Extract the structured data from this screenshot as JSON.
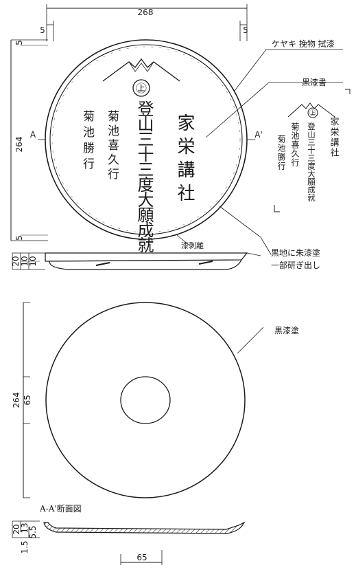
{
  "dimensions": {
    "top_width": "268",
    "rim_left": "5",
    "rim_right": "5",
    "top_height": "264",
    "top_rim_top": "5",
    "top_rim_bottom": "5",
    "side_total": "20",
    "side_a": "10",
    "side_b": "10",
    "bottom_diameter": "264",
    "foot_diameter": "65",
    "sec_total": "20",
    "sec_13": "13",
    "sec_55": "5.5",
    "sec_15": "1.5",
    "sec_foot": "65"
  },
  "section_marks": {
    "a_left": "A",
    "a_right": "A'"
  },
  "section_title": "A-A'断面図",
  "annotations": {
    "material": "ケヤキ 挽物 拭漆",
    "inscription_title": "黒漆書",
    "lacquer_peeled": "漆剥離",
    "rim_finish_1": "黒地に朱漆塗",
    "rim_finish_2": "一部研ぎ出し",
    "bottom_finish": "黒漆塗"
  },
  "inscription": {
    "emblem": "㊤",
    "col_right": "家栄講社",
    "col_center": "登山三十三度大願成就",
    "col_left_1": "菊池喜久行",
    "col_left_2": "菊池勝行"
  },
  "icons": {
    "mountain": "mount-fuji-icon",
    "emblem": "circled-character-icon"
  }
}
